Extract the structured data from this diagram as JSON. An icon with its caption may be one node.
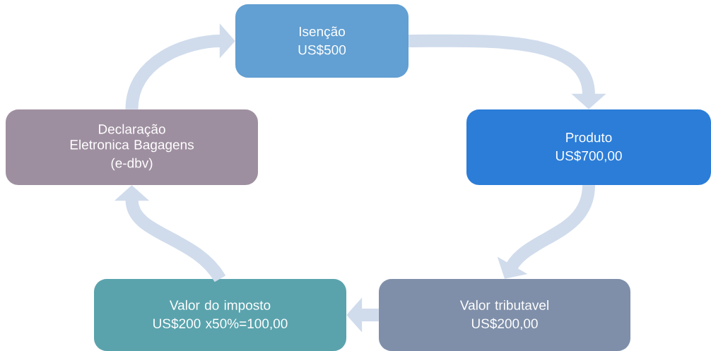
{
  "diagram": {
    "nodes": [
      {
        "text": [
          "Isenção",
          "US$500"
        ]
      },
      {
        "text": [
          "Produto",
          "US$700,00"
        ]
      },
      {
        "text": [
          "Valor tributavel",
          "US$200,00"
        ]
      },
      {
        "text": [
          "Valor do imposto",
          "US$200 x50%=100,00"
        ]
      },
      {
        "text": [
          "Declaração Eletronica Bagagens",
          "(e-dbv)"
        ]
      }
    ],
    "edges": [
      {
        "from": 0,
        "to": 1,
        "arrow": "to"
      },
      {
        "from": 1,
        "to": 2,
        "arrow": "to"
      },
      {
        "from": 2,
        "to": 3,
        "arrow": "to"
      },
      {
        "from": 3,
        "to": 4,
        "arrow": "to"
      },
      {
        "from": 4,
        "to": 0,
        "arrow": "to"
      }
    ]
  }
}
